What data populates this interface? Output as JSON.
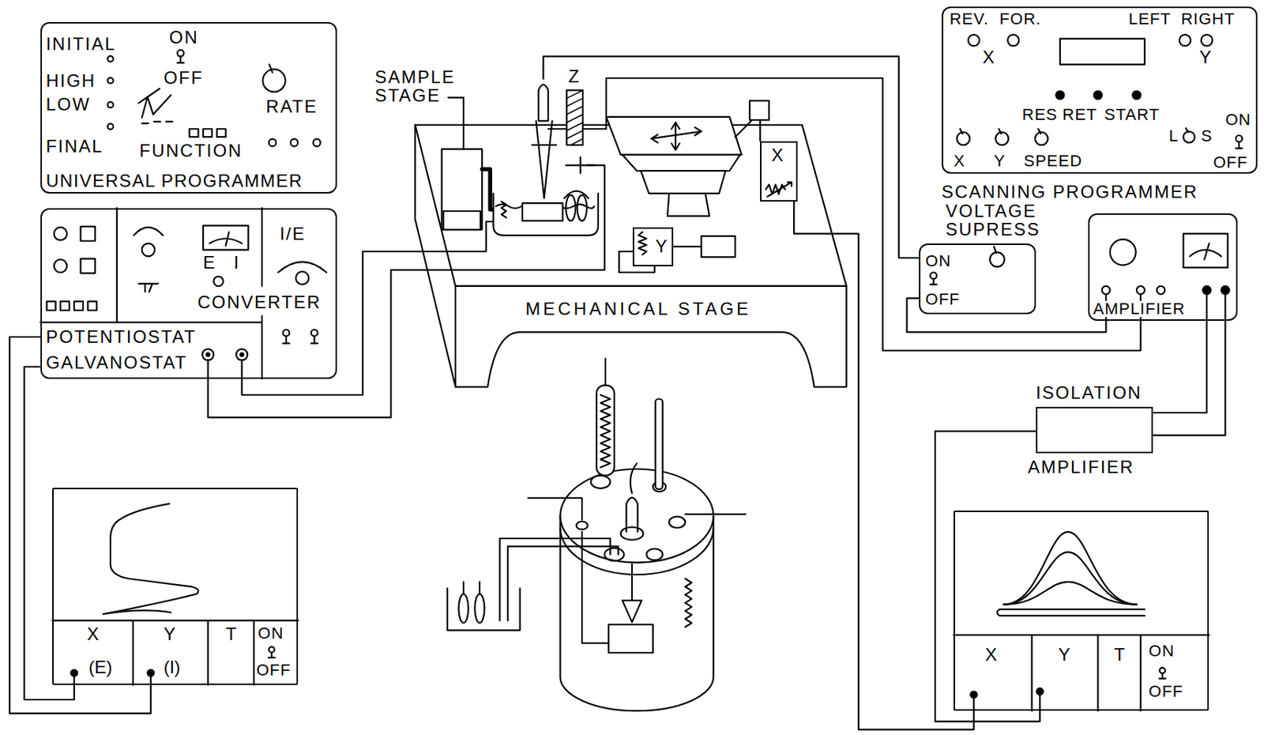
{
  "diagram": {
    "nodes": [
      {
        "text": [
          "INITIAL",
          "ON",
          "OFF",
          "HIGH",
          "LOW",
          "FINAL",
          "FUNCTION",
          "RATE",
          "UNIVERSAL PROGRAMMER"
        ]
      },
      {
        "text": [
          "I/E",
          "E",
          "I",
          "CONVERTER",
          "POTENTIOSTAT",
          "GALVANOSTAT"
        ]
      },
      {
        "text": [
          "MECHANICAL STAGE"
        ]
      },
      {
        "text": [
          "X"
        ]
      },
      {
        "text": [
          "Y"
        ]
      },
      {
        "text": [
          "REV.",
          "FOR.",
          "LEFT",
          "RIGHT",
          "X",
          "Y",
          "RES",
          "RET",
          "START",
          "ON",
          "L",
          "S",
          "X",
          "Y",
          "SPEED",
          "OFF",
          "SCANNING PROGRAMMER"
        ]
      },
      {
        "text": [
          "VOLTAGE SUPRESS",
          "ON",
          "OFF"
        ]
      },
      {
        "text": [
          "AMPLIFIER"
        ]
      },
      {
        "text": [
          "ISOLATION",
          "AMPLIFIER"
        ]
      },
      {
        "text": [
          "X",
          "Y",
          "T",
          "ON",
          "(E)",
          "(I)",
          "OFF"
        ]
      },
      {
        "text": [
          "X",
          "Y",
          "T",
          "ON",
          "OFF"
        ]
      }
    ],
    "edges": [
      {
        "from": 1,
        "to": 9,
        "arrow": "none"
      },
      {
        "from": 1,
        "to": 9,
        "arrow": "none"
      },
      {
        "from": 7,
        "to": 6,
        "arrow": "none"
      },
      {
        "from": 7,
        "to": 8,
        "arrow": "none"
      },
      {
        "from": 7,
        "to": 8,
        "arrow": "none"
      },
      {
        "from": 8,
        "to": 10,
        "arrow": "none"
      },
      {
        "from": 3,
        "to": 10,
        "arrow": "none"
      }
    ],
    "labels": [
      "SAMPLE STAGE",
      "Z"
    ]
  }
}
